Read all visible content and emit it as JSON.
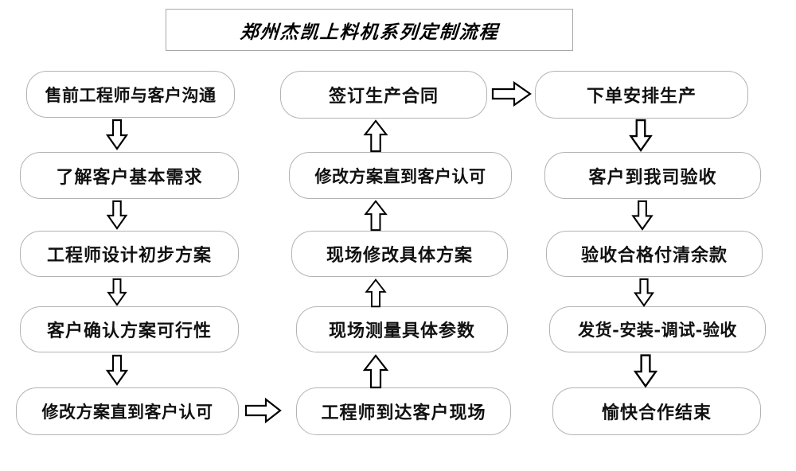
{
  "title": {
    "text": "郑州杰凯上料机系列定制流程"
  },
  "colors": {
    "node_border": "#b3b3b3",
    "title_border": "#a8a8a8",
    "arrow_stroke": "#000000",
    "text": "#111111",
    "background": "#ffffff"
  },
  "flow": {
    "columns": [
      {
        "name": "column-1-presales",
        "direction": "down",
        "nodes": [
          {
            "id": "n1",
            "label": "售前工程师与客户沟通"
          },
          {
            "id": "n2",
            "label": "了解客户基本需求"
          },
          {
            "id": "n3",
            "label": "工程师设计初步方案"
          },
          {
            "id": "n4",
            "label": "客户确认方案可行性"
          },
          {
            "id": "n5",
            "label": "修改方案直到客户认可"
          }
        ]
      },
      {
        "name": "column-2-onsite",
        "direction": "up",
        "nodes": [
          {
            "id": "n10",
            "label": "签订生产合同"
          },
          {
            "id": "n9",
            "label": "修改方案直到客户认可"
          },
          {
            "id": "n8",
            "label": "现场修改具体方案"
          },
          {
            "id": "n7",
            "label": "现场测量具体参数"
          },
          {
            "id": "n6",
            "label": "工程师到达客户现场"
          }
        ]
      },
      {
        "name": "column-3-production",
        "direction": "down",
        "nodes": [
          {
            "id": "n11",
            "label": "下单安排生产"
          },
          {
            "id": "n12",
            "label": "客户到我司验收"
          },
          {
            "id": "n13",
            "label": "验收合格付清余款"
          },
          {
            "id": "n14",
            "label": "发货-安装-调试-验收"
          },
          {
            "id": "n15",
            "label": "愉快合作结束"
          }
        ]
      }
    ],
    "connectors": [
      {
        "id": "c1-1",
        "kind": "arrow-down",
        "from": "n1",
        "to": "n2"
      },
      {
        "id": "c1-2",
        "kind": "arrow-down",
        "from": "n2",
        "to": "n3"
      },
      {
        "id": "c1-3",
        "kind": "arrow-down",
        "from": "n3",
        "to": "n4"
      },
      {
        "id": "c1-4",
        "kind": "arrow-down",
        "from": "n4",
        "to": "n5"
      },
      {
        "id": "cx-1",
        "kind": "arrow-right",
        "from": "n5",
        "to": "n6"
      },
      {
        "id": "c2-1",
        "kind": "arrow-up",
        "from": "n6",
        "to": "n7"
      },
      {
        "id": "c2-2",
        "kind": "arrow-up",
        "from": "n7",
        "to": "n8"
      },
      {
        "id": "c2-3",
        "kind": "arrow-up",
        "from": "n8",
        "to": "n9"
      },
      {
        "id": "c2-4",
        "kind": "arrow-up",
        "from": "n9",
        "to": "n10"
      },
      {
        "id": "cx-2",
        "kind": "arrow-right",
        "from": "n10",
        "to": "n11"
      },
      {
        "id": "c3-1",
        "kind": "arrow-down",
        "from": "n11",
        "to": "n12"
      },
      {
        "id": "c3-2",
        "kind": "arrow-down",
        "from": "n12",
        "to": "n13"
      },
      {
        "id": "c3-3",
        "kind": "arrow-down",
        "from": "n13",
        "to": "n14"
      },
      {
        "id": "c3-4",
        "kind": "arrow-down",
        "from": "n14",
        "to": "n15"
      }
    ]
  }
}
